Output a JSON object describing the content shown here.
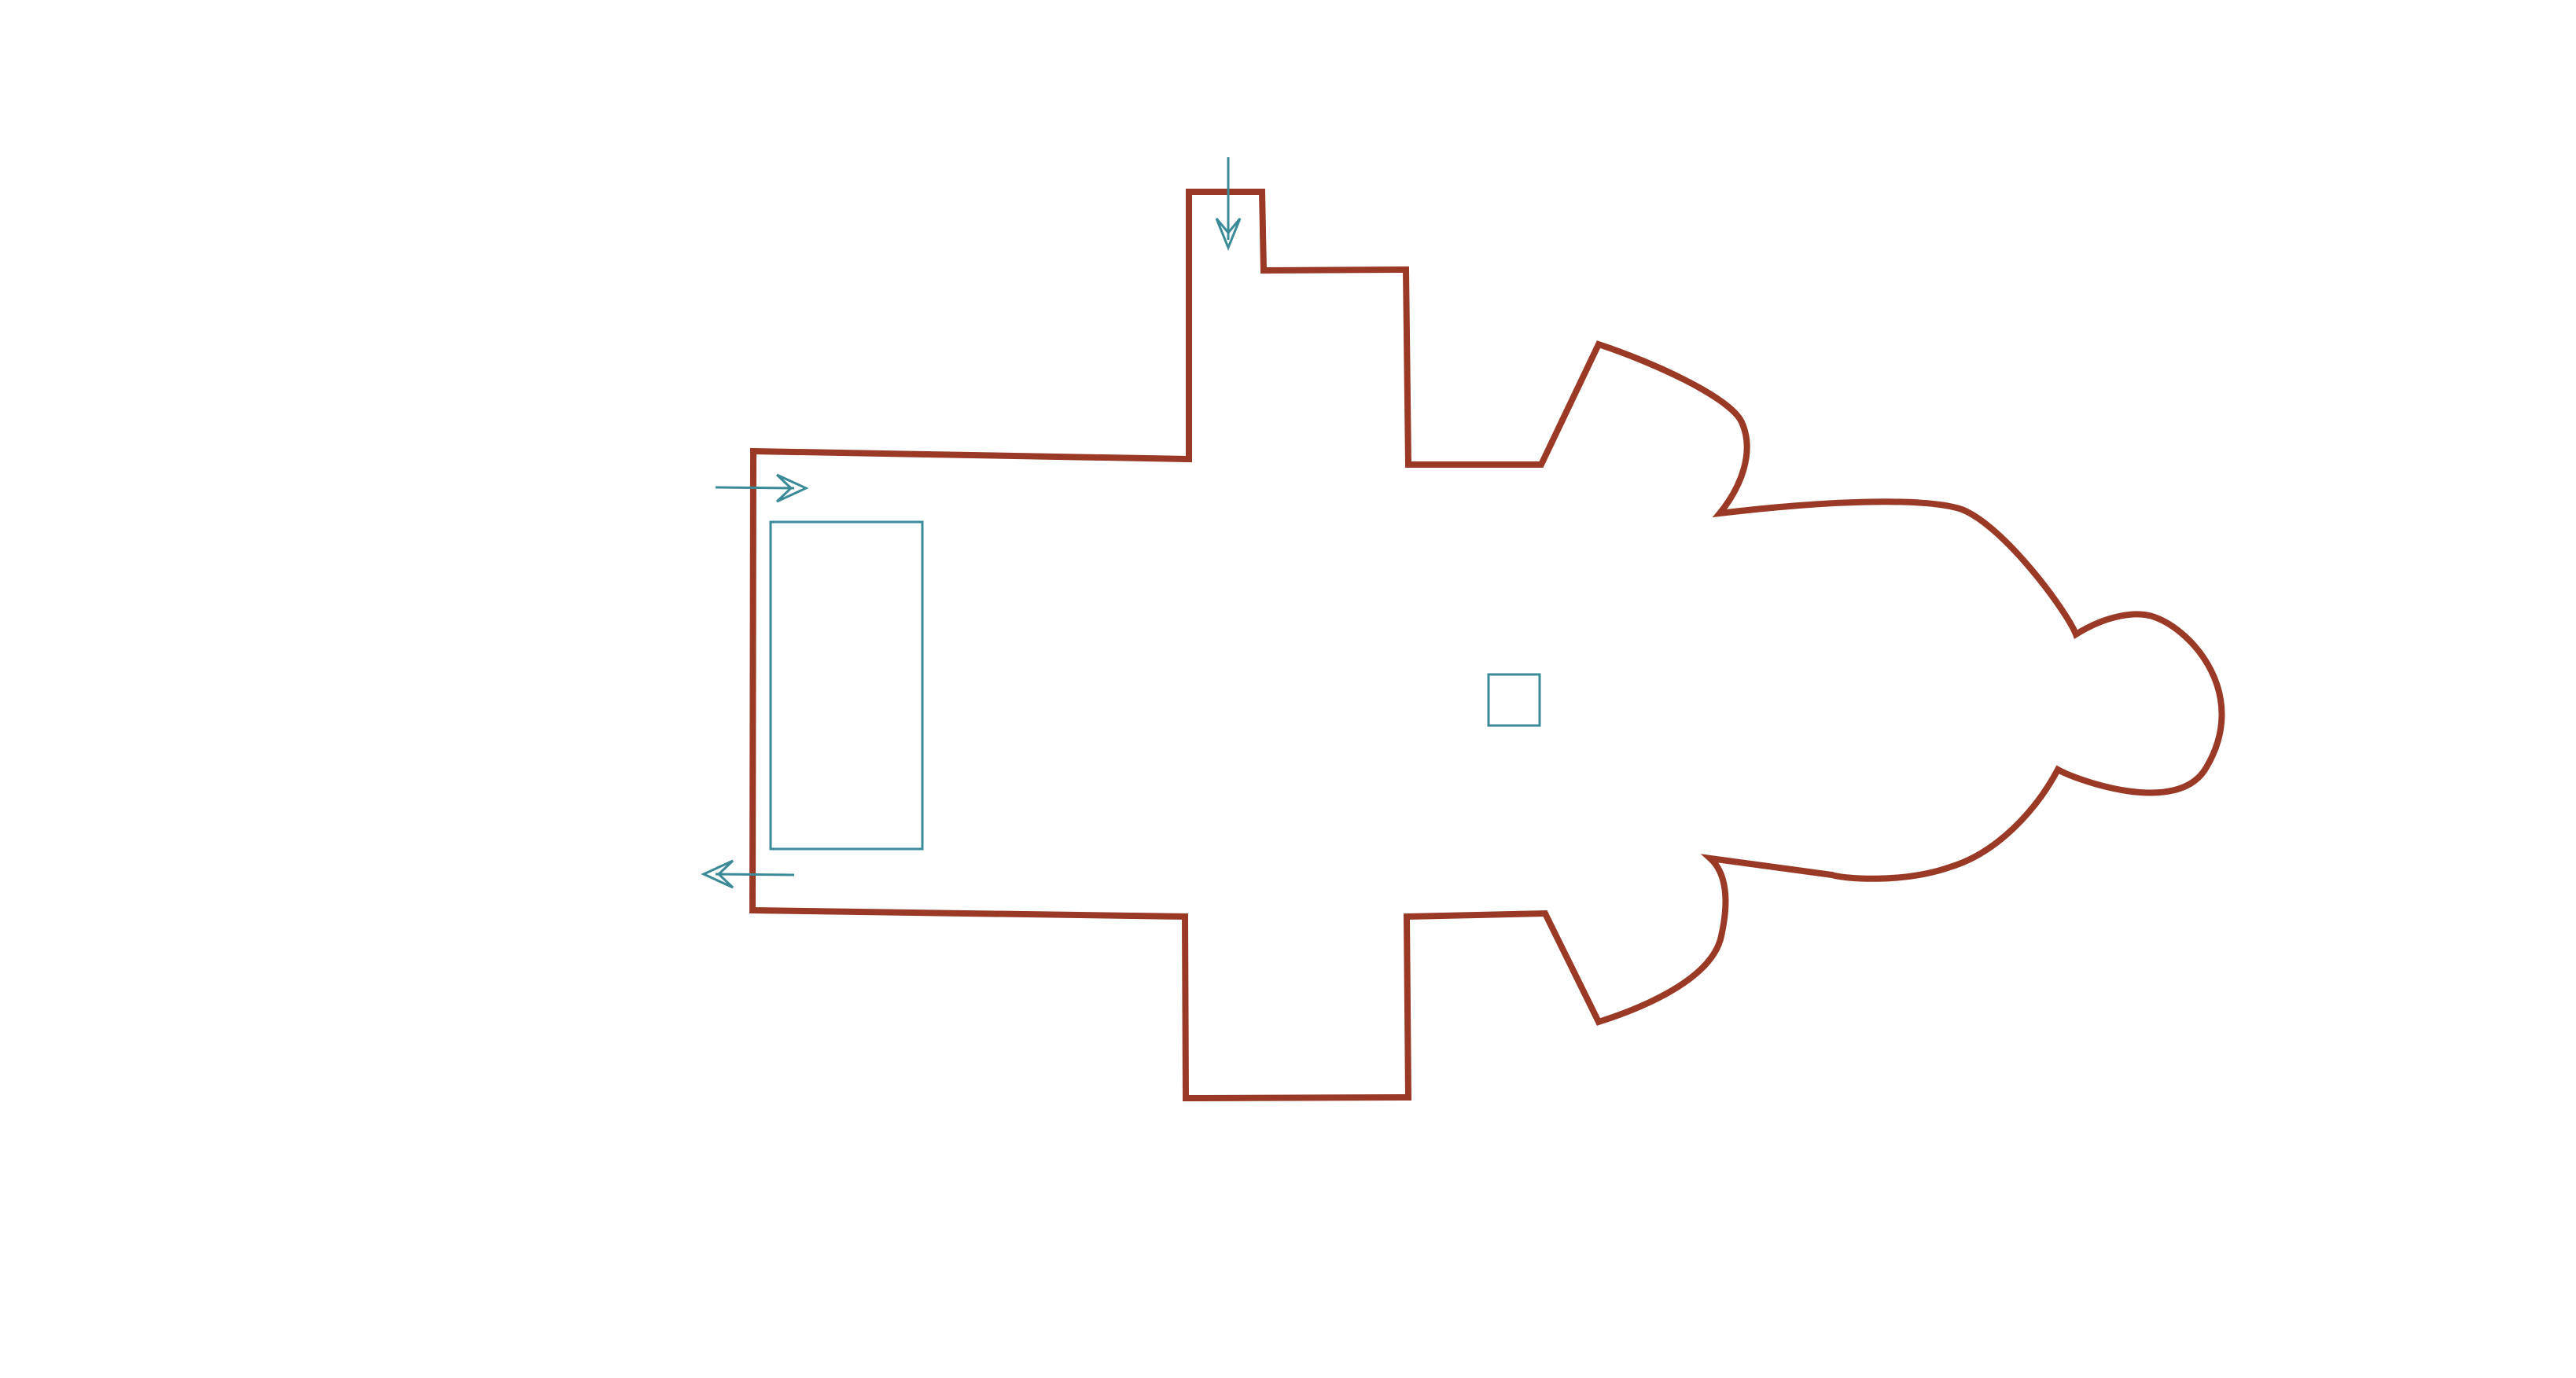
{
  "diagram": {
    "type": "floor-plan",
    "colors": {
      "background": "#ffffff",
      "outline": "#9a3a26",
      "markings": "#3a8a98"
    },
    "elements": [
      {
        "id": "building-outline",
        "kind": "outline"
      },
      {
        "id": "entry-arrow-top",
        "kind": "arrow",
        "direction": "down"
      },
      {
        "id": "entry-arrow-left",
        "kind": "arrow",
        "direction": "right"
      },
      {
        "id": "exit-arrow-left",
        "kind": "arrow",
        "direction": "left"
      },
      {
        "id": "rectangular-zone",
        "kind": "rectangle"
      },
      {
        "id": "small-square-marker",
        "kind": "square"
      }
    ]
  }
}
